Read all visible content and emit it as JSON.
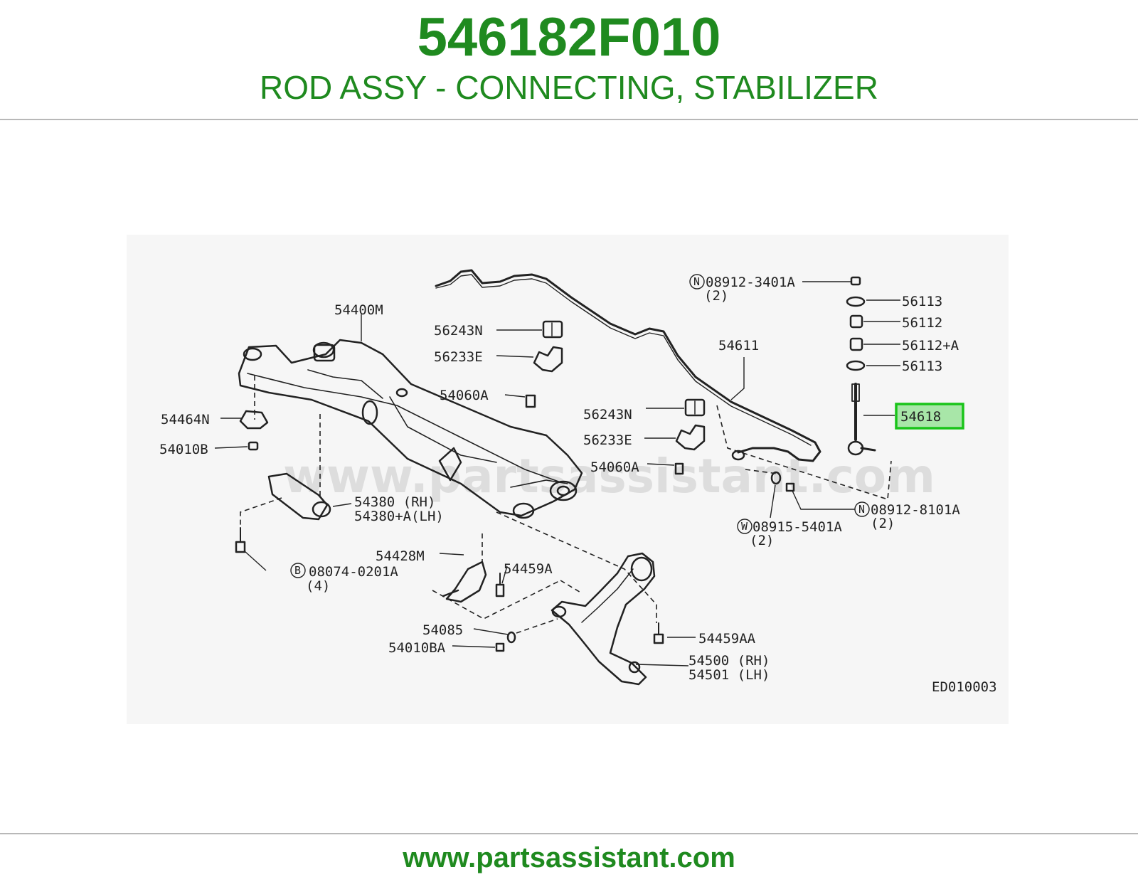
{
  "header": {
    "part_number": "546182F010",
    "description": "ROD ASSY - CONNECTING, STABILIZER"
  },
  "diagram": {
    "watermark": "www.partsassistant.com",
    "drawing_code": "ED010003",
    "highlighted_part": "54618",
    "labels": {
      "p54400M": "54400M",
      "p56243N_a": "56243N",
      "p56233E_a": "56233E",
      "p54060A_a": "54060A",
      "p54464N": "54464N",
      "p54010B": "54010B",
      "p54380_rh": "54380  (RH)",
      "p54380_lh": "54380+A(LH)",
      "p54428M": "54428M",
      "p54459A": "54459A",
      "p08074": "08074-0201A",
      "p08074_qty": "(4)",
      "p54085": "54085",
      "p54010BA": "54010BA",
      "p56243N_b": "56243N",
      "p56233E_b": "56233E",
      "p54060A_b": "54060A",
      "p54611": "54611",
      "p08912_3401": "08912-3401A",
      "p08912_3401_qty": "(2)",
      "p56113_a": "56113",
      "p56112": "56112",
      "p56112A": "56112+A",
      "p56113_b": "56113",
      "p54618": "54618",
      "p08912_8101": "08912-8101A",
      "p08912_8101_qty": "(2)",
      "p08915_5401": "08915-5401A",
      "p08915_5401_qty": "(2)",
      "p54459AA": "54459AA",
      "p54500": "54500 (RH)",
      "p54501": "54501 (LH)"
    },
    "circled_letters": {
      "n1": "N",
      "n2": "N",
      "w": "W",
      "b": "B"
    },
    "colors": {
      "highlight": "#19c419",
      "highlight_fill": "#a8e6a8",
      "ink": "#222222"
    }
  },
  "footer": {
    "url": "www.partsassistant.com"
  }
}
